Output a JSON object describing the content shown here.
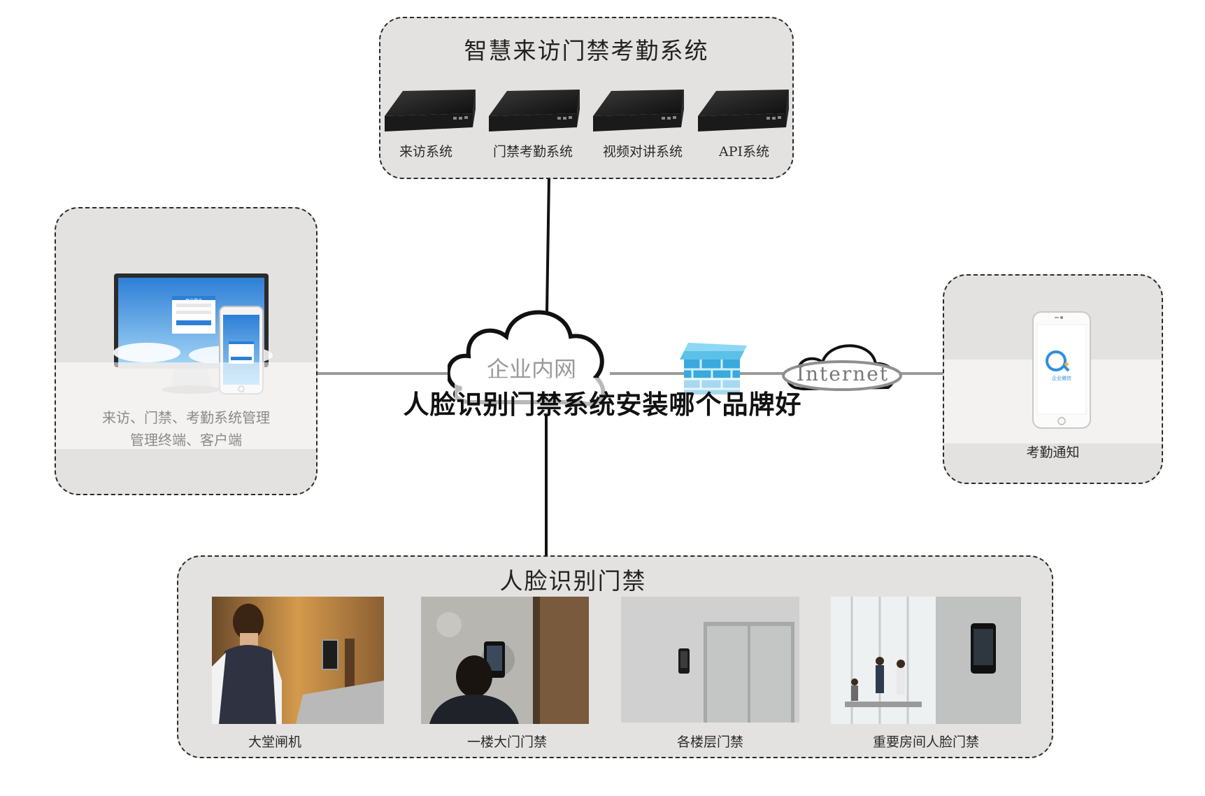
{
  "overlay_title": "人脸识别门禁系统安装哪个品牌好",
  "top_group": {
    "title": "智慧来访门禁考勤系统",
    "servers": [
      {
        "label": "来访系统"
      },
      {
        "label": "门禁考勤系统"
      },
      {
        "label": "视频对讲系统"
      },
      {
        "label": "API系统"
      }
    ]
  },
  "left_group": {
    "caption_line1": "来访、门禁、考勤系统管理",
    "caption_line2": "管理终端、客户端",
    "screen_dialog_title": "用户登录"
  },
  "right_group": {
    "caption": "考勤通知",
    "app_label": "企业微信"
  },
  "center": {
    "intranet_label": "企业内网",
    "internet_label": "Internet",
    "firewall": "firewall-icon"
  },
  "bottom_group": {
    "title": "人脸识别门禁",
    "photos": [
      {
        "caption": "大堂闸机"
      },
      {
        "caption": "一楼大门门禁"
      },
      {
        "caption": "各楼层门禁"
      },
      {
        "caption": "重要房间人脸门禁"
      }
    ]
  },
  "colors": {
    "box_fill": "#e4e2e1",
    "connector": "#111111",
    "link_gray": "#9a9a9a",
    "firewall_top": "#5cc0e8"
  }
}
